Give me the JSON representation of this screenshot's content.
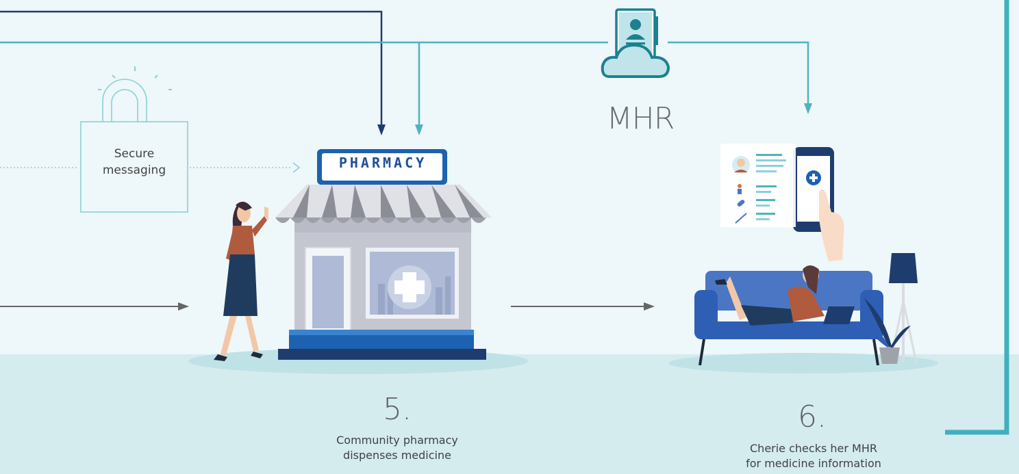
{
  "secure_box": {
    "label": "Secure\nmessaging"
  },
  "mhr": {
    "label": "MHR"
  },
  "pharmacy": {
    "sign": "PHARMACY"
  },
  "steps": [
    {
      "number": "5.",
      "caption": "Community pharmacy\ndispenses medicine"
    },
    {
      "number": "6.",
      "caption": "Cherie checks her MHR\nfor medicine information"
    }
  ],
  "colors": {
    "background": "#eef7f9",
    "floor": "#d5ecef",
    "teal_line": "#4db3c1",
    "navy_line": "#1f3c6e",
    "grey_arrow": "#666666",
    "pharmacy_blue": "#1d62b0",
    "sofa_blue": "#2e5fb5"
  }
}
